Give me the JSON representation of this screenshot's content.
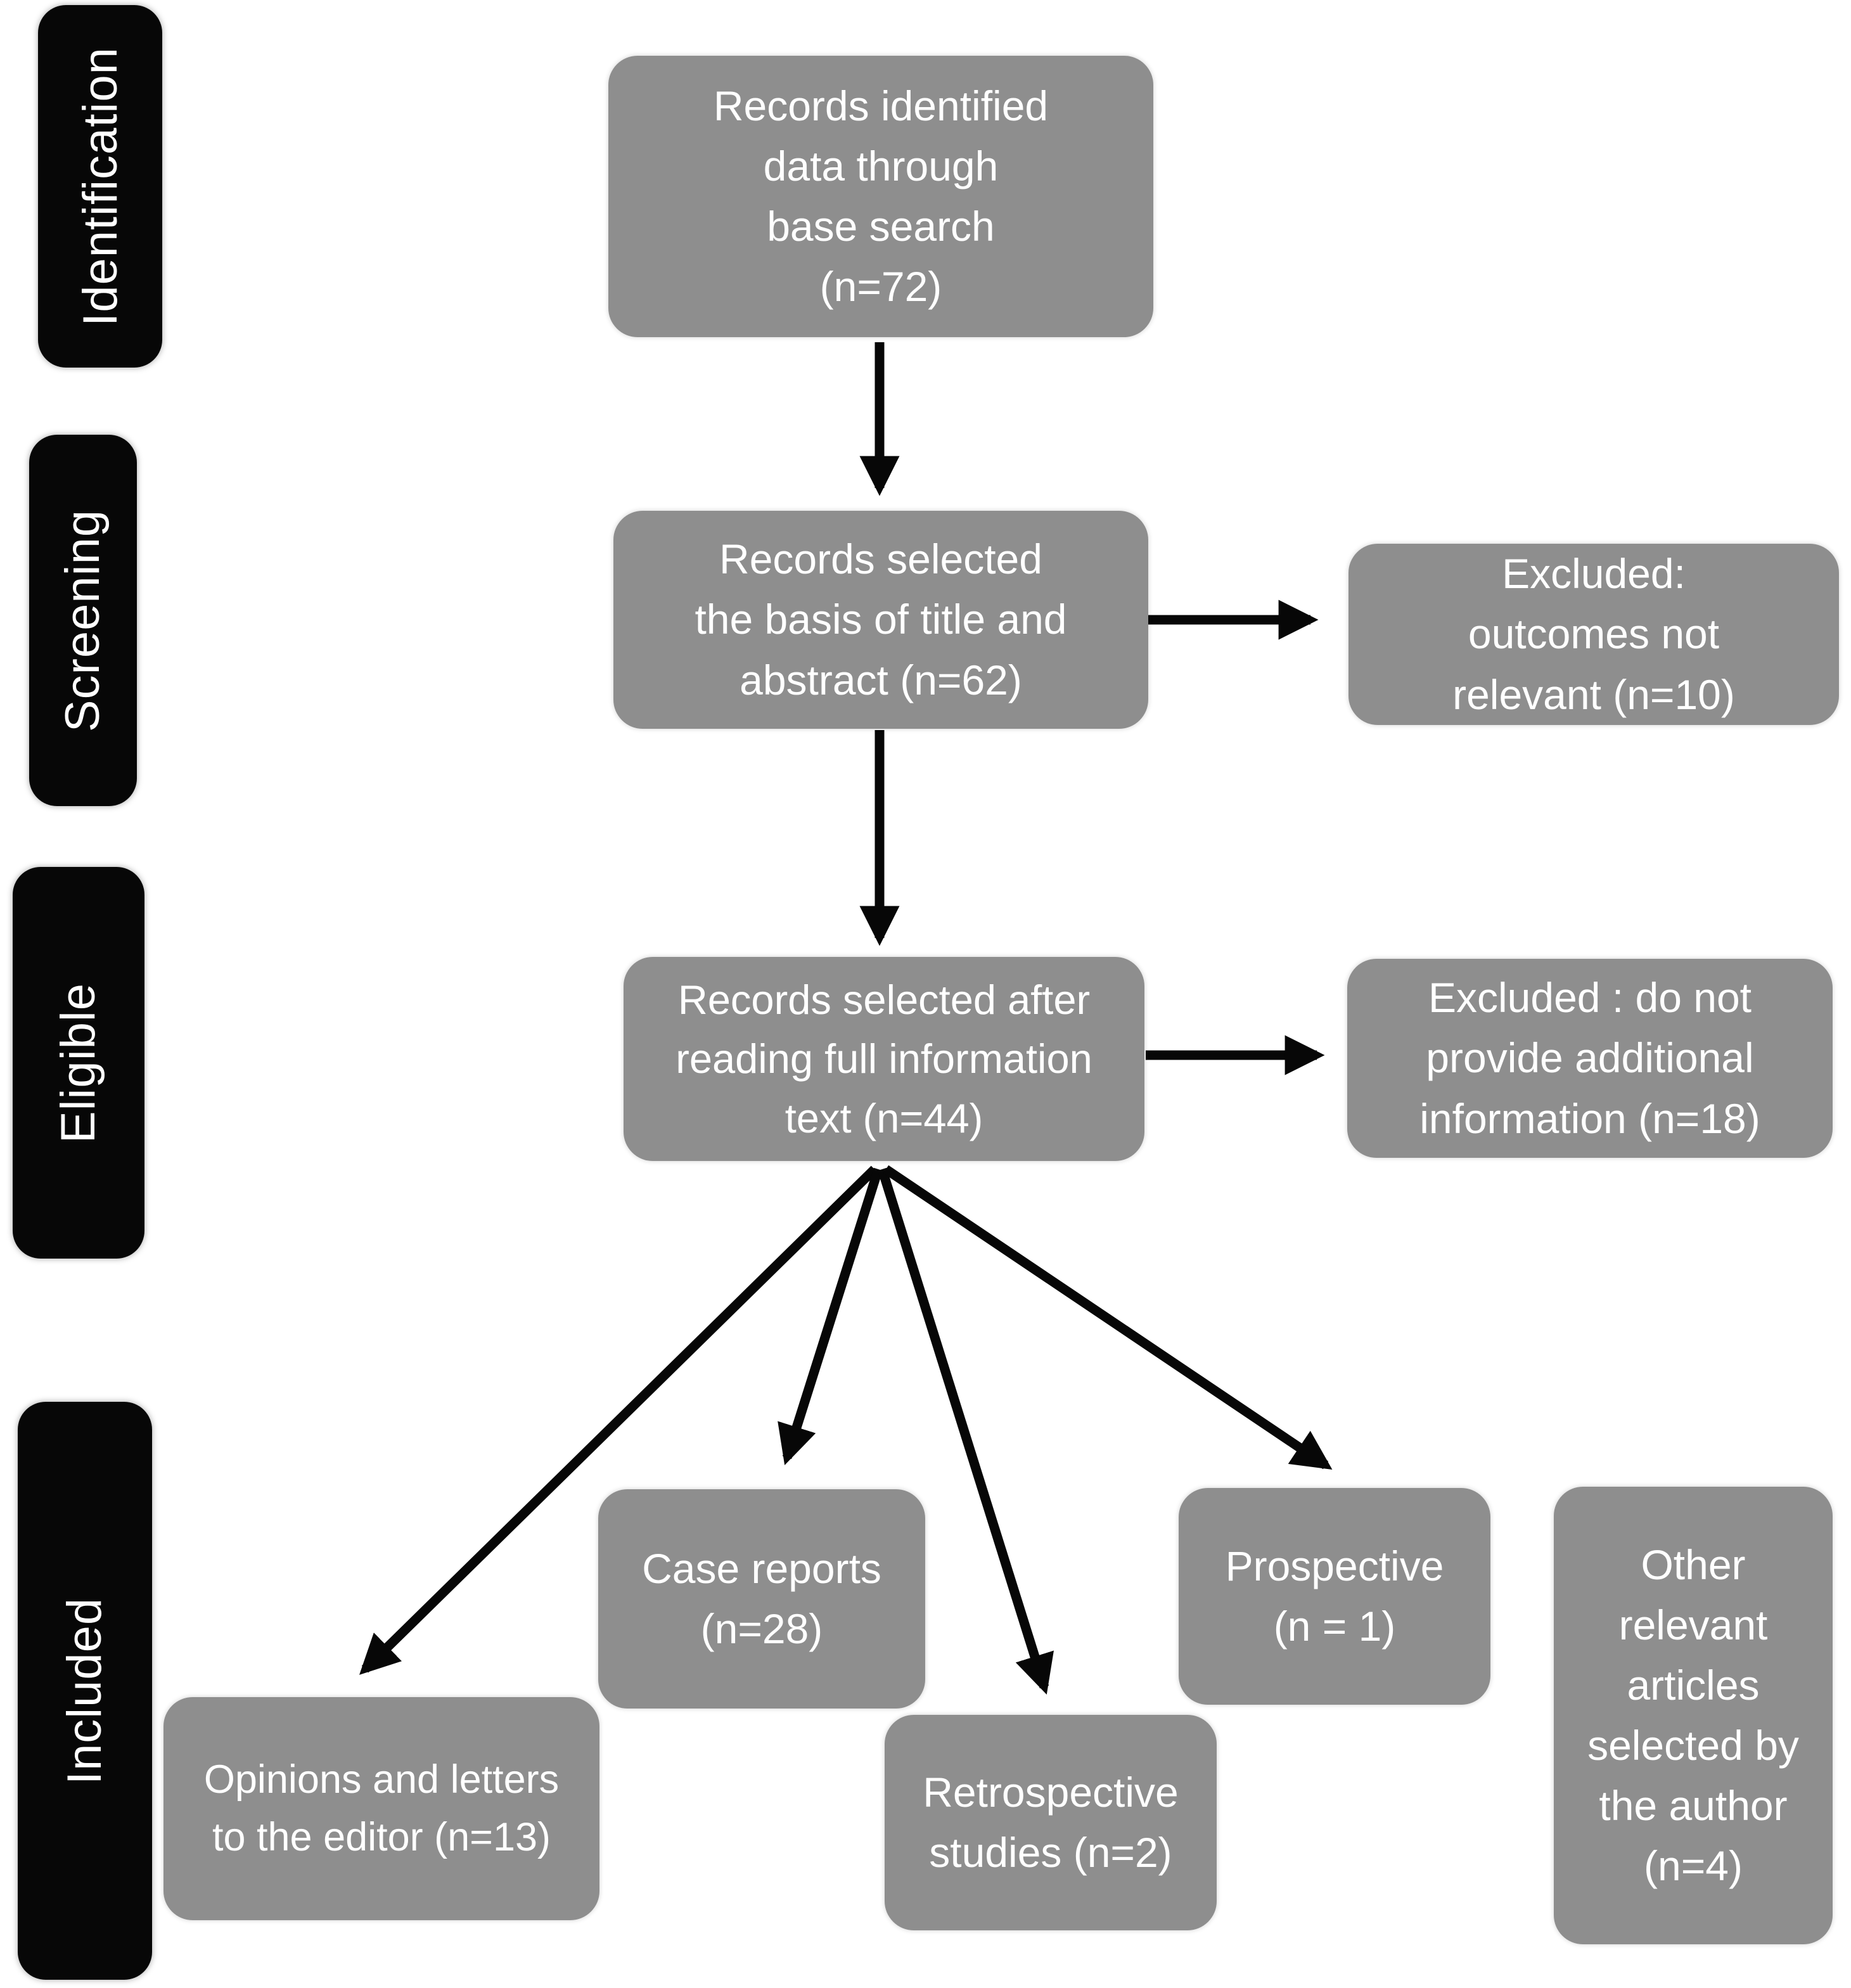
{
  "figure": {
    "kind": "prisma-flow-diagram",
    "colors": {
      "background": "#ffffff",
      "node_fill": "#8e8e8e",
      "stage_fill": "#070707",
      "text": "#ffffff",
      "arrow": "#070707"
    }
  },
  "stages": {
    "identification": "Identification",
    "screening": "Screening",
    "eligible": "Eligible",
    "included": "Included"
  },
  "nodes": {
    "records_identified": {
      "stage": "identification",
      "label": "Records identified\ndata through\nbase search\n(n=72)",
      "n": 72
    },
    "records_title_abstract": {
      "stage": "screening",
      "label": "Records selected\nthe basis of title and\nabstract (n=62)",
      "n": 62
    },
    "excluded_outcomes": {
      "stage": "screening",
      "label": "Excluded:\noutcomes not\nrelevant (n=10)",
      "n": 10
    },
    "records_full_text": {
      "stage": "eligible",
      "label": "Records selected after\nreading full information\ntext (n=44)",
      "n": 44
    },
    "excluded_no_additional_info": {
      "stage": "eligible",
      "label": "Excluded : do not\nprovide additional\ninformation (n=18)",
      "n": 18
    },
    "opinions_letters": {
      "stage": "included",
      "label": "Opinions and letters\nto the editor (n=13)",
      "n": 13
    },
    "case_reports": {
      "stage": "included",
      "label": "Case reports\n(n=28)",
      "n": 28
    },
    "retrospective_studies": {
      "stage": "included",
      "label": "Retrospective\nstudies (n=2)",
      "n": 2
    },
    "prospective": {
      "stage": "included",
      "label": "Prospective\n(n = 1)",
      "n": 1
    },
    "other_articles": {
      "stage": "included",
      "label": "Other\nrelevant\narticles\nselected by\nthe author\n(n=4)",
      "n": 4
    }
  },
  "edges": [
    {
      "from": "records_identified",
      "to": "records_title_abstract"
    },
    {
      "from": "records_title_abstract",
      "to": "excluded_outcomes"
    },
    {
      "from": "records_title_abstract",
      "to": "records_full_text"
    },
    {
      "from": "records_full_text",
      "to": "excluded_no_additional_info"
    },
    {
      "from": "records_full_text",
      "to": "opinions_letters"
    },
    {
      "from": "records_full_text",
      "to": "case_reports"
    },
    {
      "from": "records_full_text",
      "to": "retrospective_studies"
    },
    {
      "from": "records_full_text",
      "to": "prospective"
    }
  ]
}
